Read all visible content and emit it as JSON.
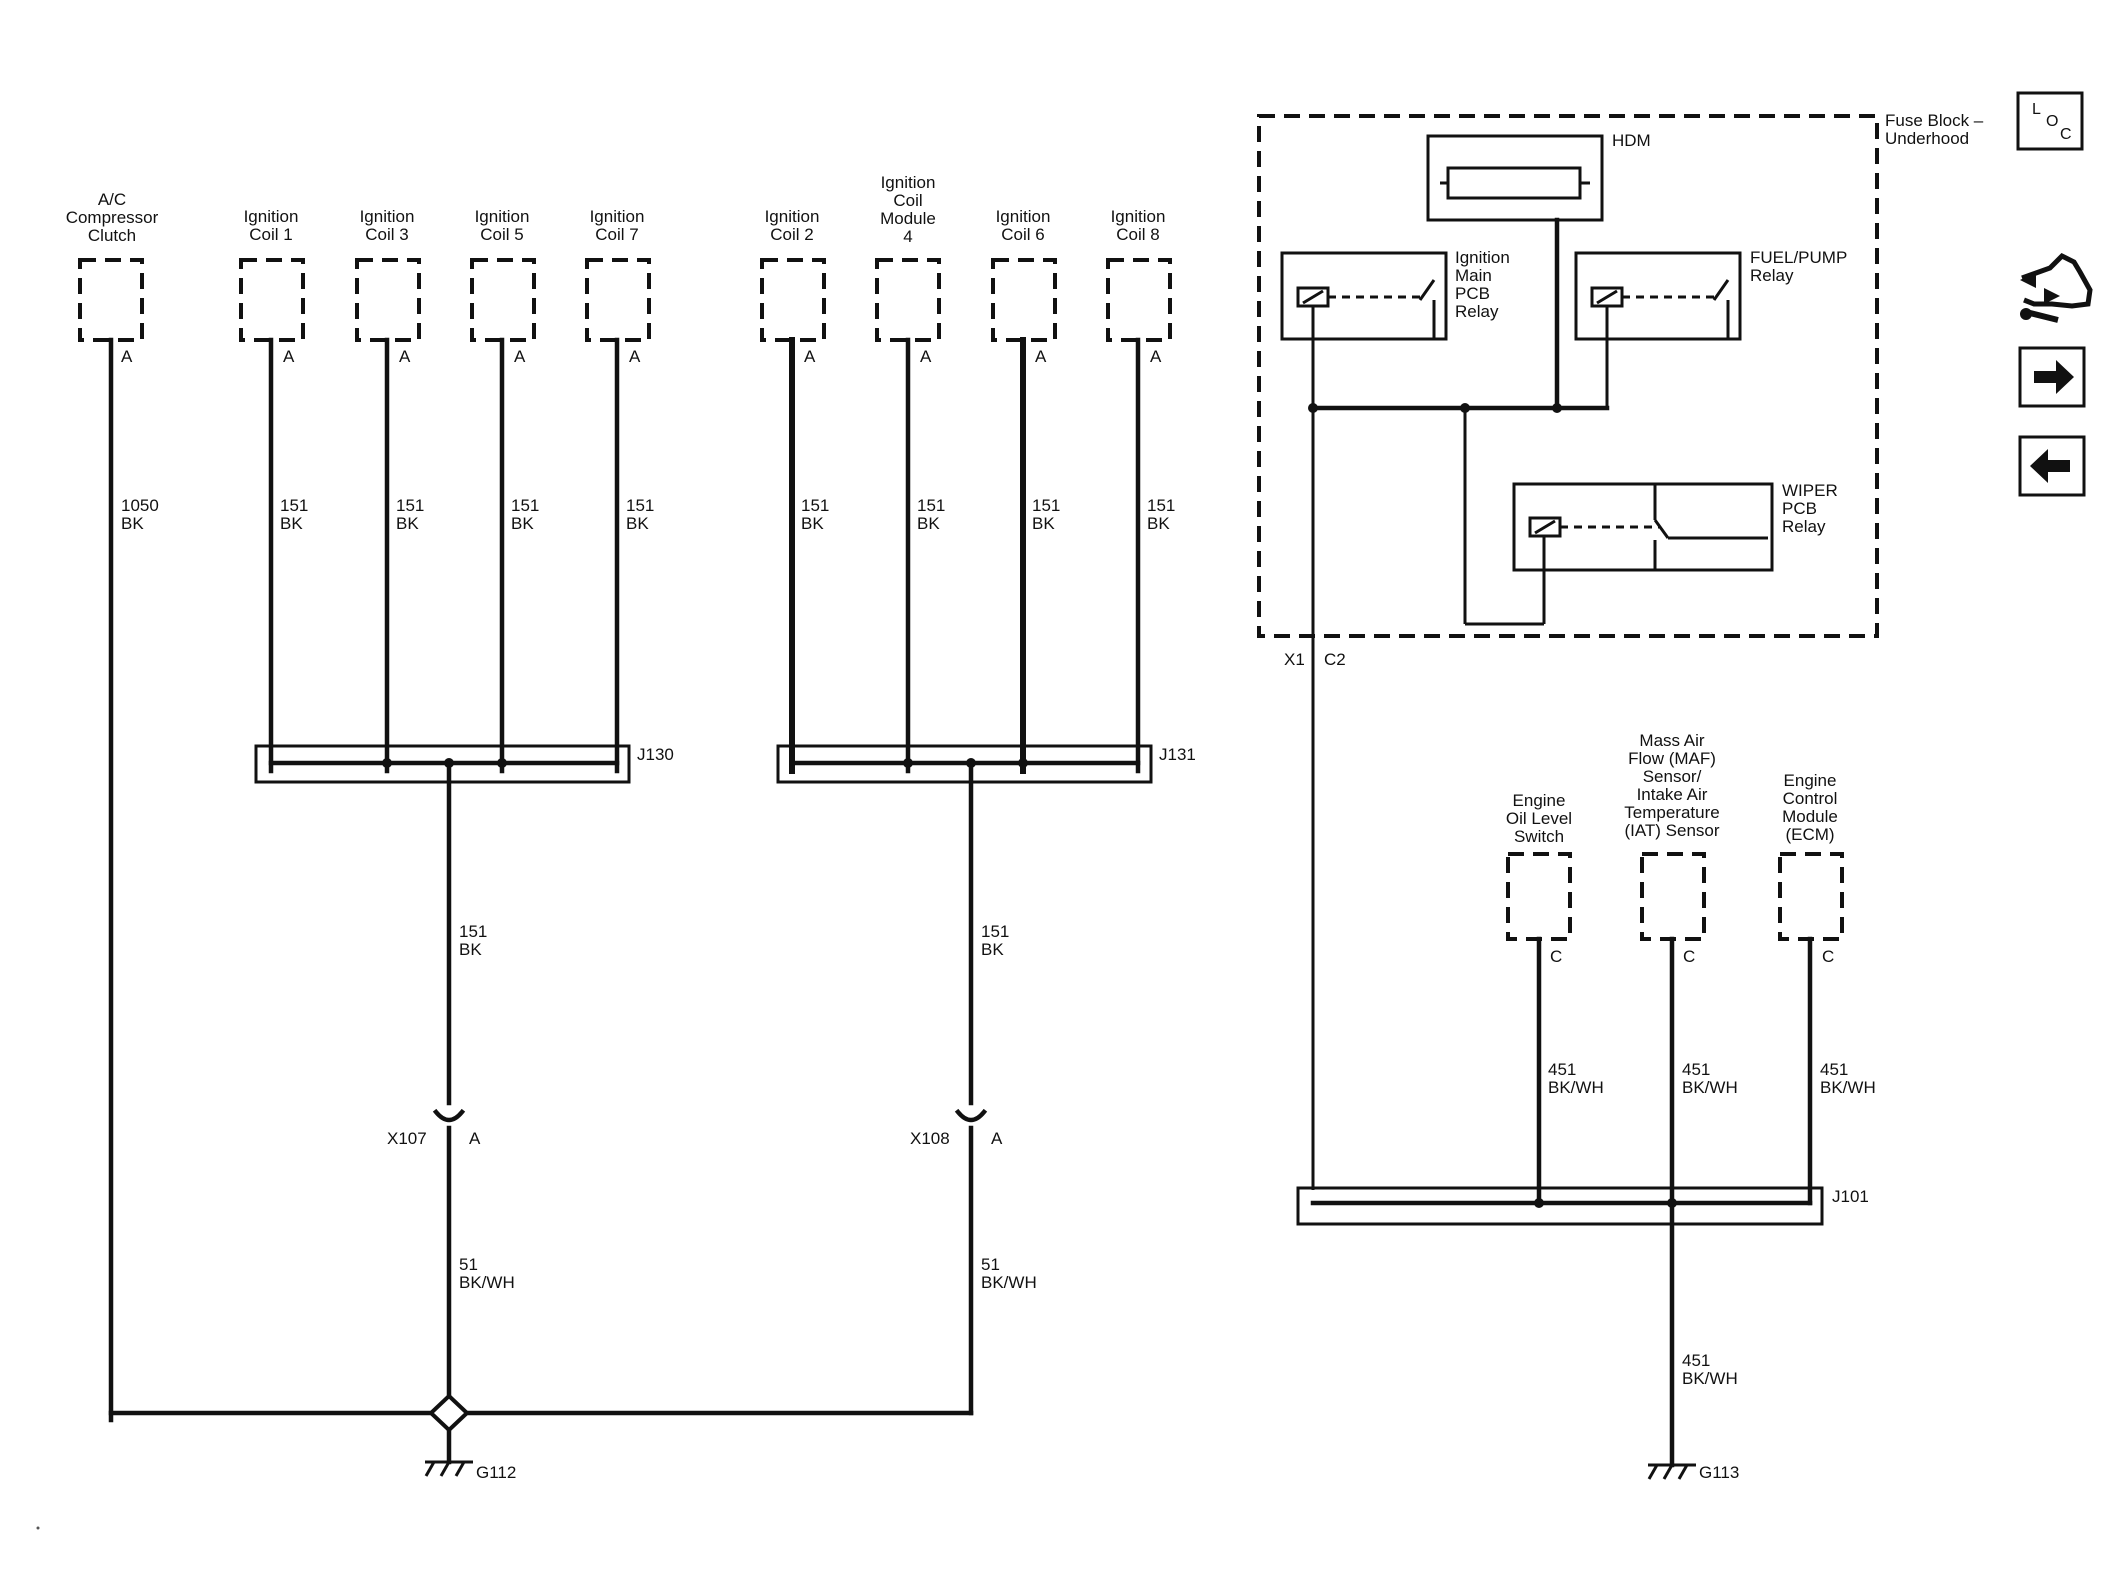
{
  "components_left": [
    {
      "id": "ac-compressor-clutch",
      "label": [
        "A/C",
        "Compressor",
        "Clutch"
      ],
      "pin": "A",
      "circuit": "1050",
      "color": "BK"
    },
    {
      "id": "ignition-coil-1",
      "label": [
        "Ignition",
        "Coil 1"
      ],
      "pin": "A",
      "circuit": "151",
      "color": "BK"
    },
    {
      "id": "ignition-coil-3",
      "label": [
        "Ignition",
        "Coil 3"
      ],
      "pin": "A",
      "circuit": "151",
      "color": "BK"
    },
    {
      "id": "ignition-coil-5",
      "label": [
        "Ignition",
        "Coil 5"
      ],
      "pin": "A",
      "circuit": "151",
      "color": "BK"
    },
    {
      "id": "ignition-coil-7",
      "label": [
        "Ignition",
        "Coil 7"
      ],
      "pin": "A",
      "circuit": "151",
      "color": "BK"
    }
  ],
  "components_mid": [
    {
      "id": "ignition-coil-2",
      "label": [
        "Ignition",
        "Coil 2"
      ],
      "pin": "A",
      "circuit": "151",
      "color": "BK"
    },
    {
      "id": "ignition-coil-module-4",
      "label": [
        "Ignition",
        "Coil",
        "Module",
        "4"
      ],
      "pin": "A",
      "circuit": "151",
      "color": "BK"
    },
    {
      "id": "ignition-coil-6",
      "label": [
        "Ignition",
        "Coil 6"
      ],
      "pin": "A",
      "circuit": "151",
      "color": "BK"
    },
    {
      "id": "ignition-coil-8",
      "label": [
        "Ignition",
        "Coil 8"
      ],
      "pin": "A",
      "circuit": "151",
      "color": "BK"
    }
  ],
  "components_right": [
    {
      "id": "engine-oil-level-switch",
      "label": [
        "Engine",
        "Oil Level",
        "Switch"
      ],
      "pin": "C",
      "circuit": "451",
      "color": "BK/WH"
    },
    {
      "id": "maf-iat-sensor",
      "label": [
        "Mass Air",
        "Flow (MAF)",
        "Sensor/",
        "Intake Air",
        "Temperature",
        "(IAT) Sensor"
      ],
      "pin": "C",
      "circuit": "451",
      "color": "BK/WH"
    },
    {
      "id": "engine-control-module",
      "label": [
        "Engine",
        "Control",
        "Module",
        "(ECM)"
      ],
      "pin": "C",
      "circuit": "451",
      "color": "BK/WH"
    }
  ],
  "splices": {
    "j130": "J130",
    "j131": "J131",
    "j101": "J101"
  },
  "splice_out": {
    "j130": {
      "circuit": "151",
      "color": "BK"
    },
    "j131": {
      "circuit": "151",
      "color": "BK"
    }
  },
  "inline_connectors": {
    "x107": "X107",
    "x108": "X108",
    "pin": "A"
  },
  "ground_wires": {
    "left": {
      "circuit": "51",
      "color": "BK/WH"
    },
    "right": {
      "circuit": "51",
      "color": "BK/WH"
    },
    "g113": {
      "circuit": "451",
      "color": "BK/WH"
    }
  },
  "grounds": {
    "g112": "G112",
    "g113": "G113"
  },
  "fuse_block": {
    "title": [
      "Fuse Block –",
      "Underhood"
    ],
    "hdm": "HDM",
    "ignition_relay": [
      "Ignition",
      "Main",
      "PCB",
      "Relay"
    ],
    "fuel_pump_relay": [
      "FUEL/PUMP",
      "Relay"
    ],
    "wiper_relay": [
      "WIPER",
      "PCB",
      "Relay"
    ],
    "connector": "X1",
    "pin": "C2"
  },
  "nav": {
    "loc": {
      "l": "L",
      "o": "O",
      "c": "C"
    },
    "icons": [
      "system-diagnostic-icon",
      "next-arrow-icon",
      "previous-arrow-icon"
    ]
  }
}
